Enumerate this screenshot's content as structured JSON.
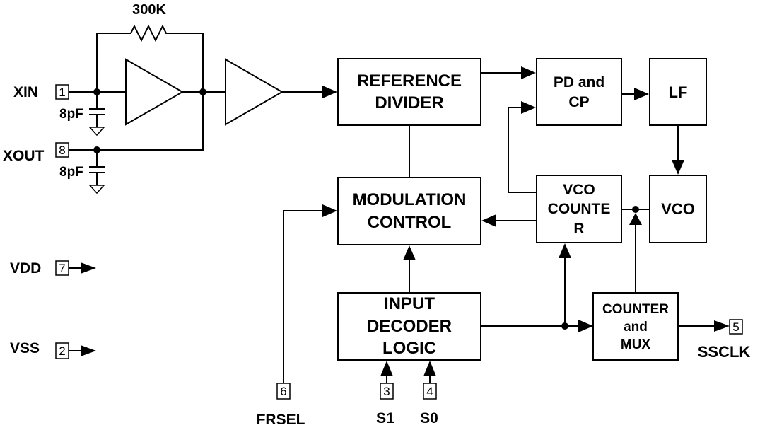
{
  "resistor_label": "300K",
  "blocks": {
    "reference_divider": [
      "REFERENCE",
      "DIVIDER"
    ],
    "pd_cp": [
      "PD and",
      "CP"
    ],
    "lf": "LF",
    "modulation_control": [
      "MODULATION",
      "CONTROL"
    ],
    "vco_counter": [
      "VCO",
      "COUNTE",
      "R"
    ],
    "vco": "VCO",
    "input_decoder": [
      "INPUT",
      "DECODER",
      "LOGIC"
    ],
    "counter_mux": [
      "COUNTER",
      "and",
      "MUX"
    ]
  },
  "pins": {
    "xin": {
      "name": "XIN",
      "number": "1"
    },
    "xout": {
      "name": "XOUT",
      "number": "8"
    },
    "vdd": {
      "name": "VDD",
      "number": "7"
    },
    "vss": {
      "name": "VSS",
      "number": "2"
    },
    "frsel": {
      "name": "FRSEL",
      "number": "6"
    },
    "s1": {
      "name": "S1",
      "number": "3"
    },
    "s0": {
      "name": "S0",
      "number": "4"
    },
    "ssclk": {
      "name": "SSCLK",
      "number": "5"
    }
  },
  "cap_labels": {
    "top": "8pF",
    "bottom": "8pF"
  }
}
